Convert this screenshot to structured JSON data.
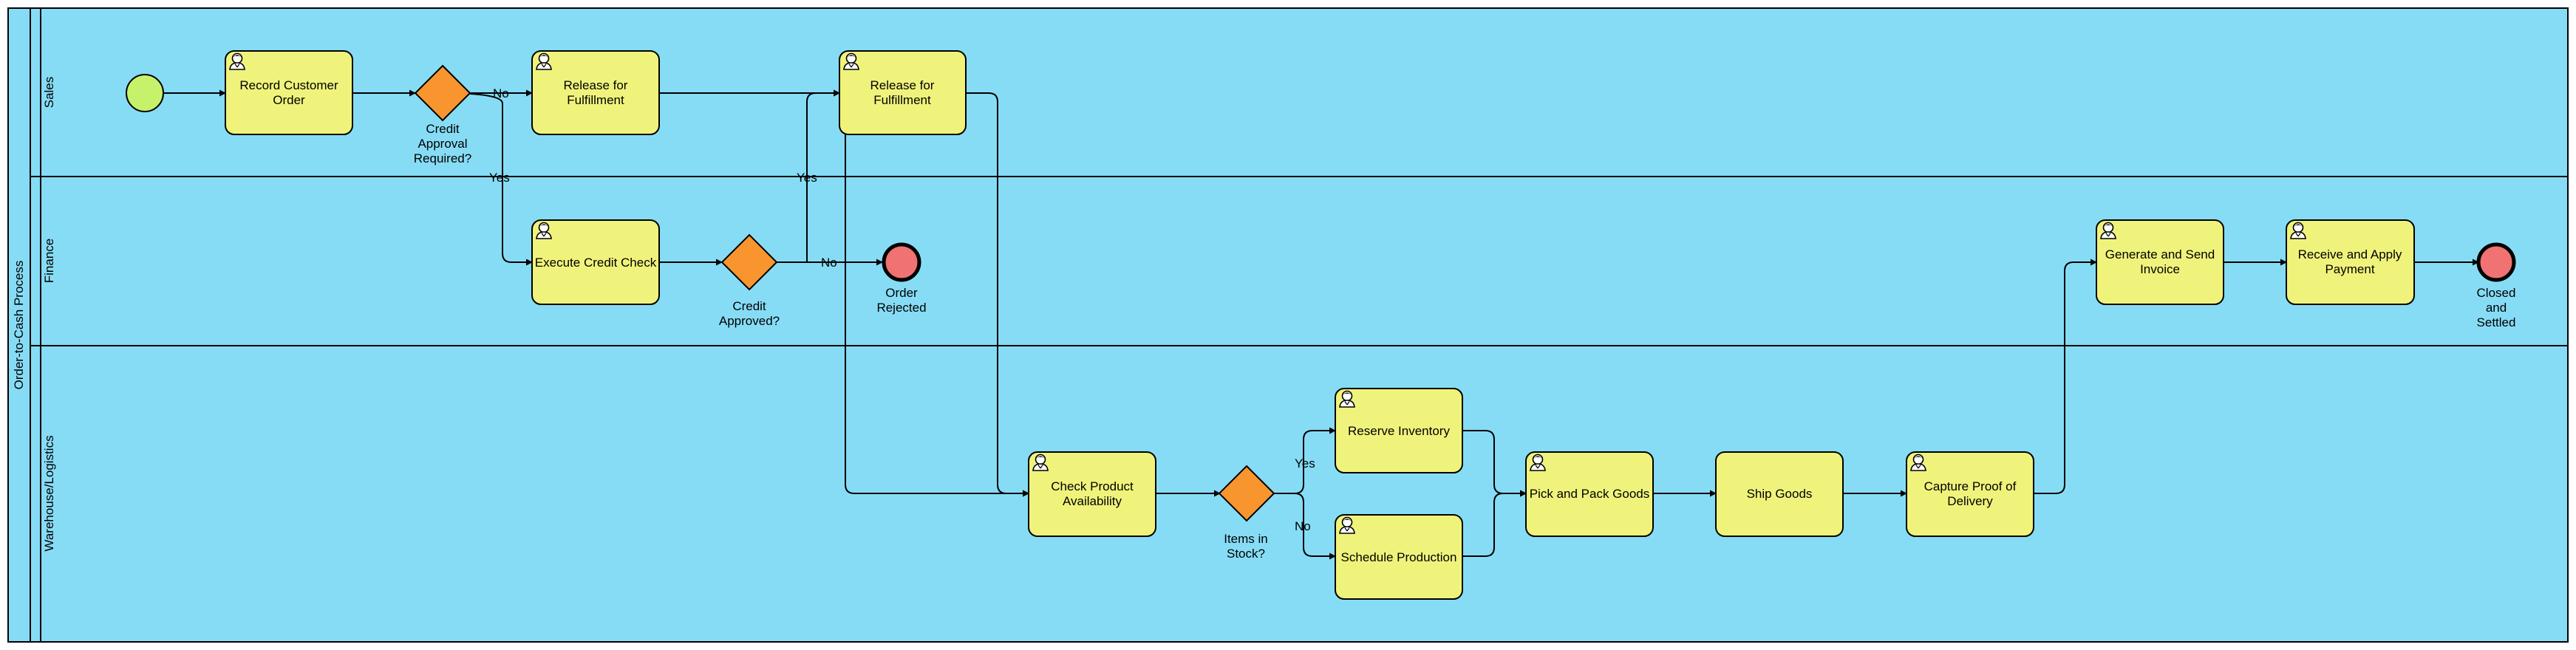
{
  "pool": {
    "title": "Order-to-Cash Process"
  },
  "lanes": {
    "sales": "Sales",
    "finance": "Finance",
    "warehouse": "Warehouse/Logistics"
  },
  "tasks": {
    "record_order": [
      "Record Customer",
      "Order"
    ],
    "release_1": [
      "Release for",
      "Fulfillment"
    ],
    "release_2": [
      "Release for",
      "Fulfillment"
    ],
    "credit_check": [
      "Execute Credit Check"
    ],
    "invoice": [
      "Generate and Send",
      "Invoice"
    ],
    "payment": [
      "Receive and Apply",
      "Payment"
    ],
    "check_availability": [
      "Check Product",
      "Availability"
    ],
    "reserve": [
      "Reserve Inventory"
    ],
    "schedule": [
      "Schedule Production"
    ],
    "pick_pack": [
      "Pick and Pack Goods"
    ],
    "ship": [
      "Ship Goods"
    ],
    "proof": [
      "Capture Proof of",
      "Delivery"
    ]
  },
  "gateways": {
    "credit_required": [
      "Credit",
      "Approval",
      "Required?"
    ],
    "credit_approved": [
      "Credit",
      "Approved?"
    ],
    "in_stock": [
      "Items in",
      "Stock?"
    ]
  },
  "end_events": {
    "rejected": [
      "Order",
      "Rejected"
    ],
    "closed": [
      "Closed",
      "and",
      "Settled"
    ]
  },
  "flow_labels": {
    "no_1": "No",
    "yes_1": "Yes",
    "yes_2": "Yes",
    "no_2": "No",
    "yes_3": "Yes",
    "no_3": "No"
  },
  "colors": {
    "lane_fill": "#87dcf5",
    "task_fill": "#f0f37b",
    "gateway_fill": "#f9952f",
    "start_fill": "#c5f26a",
    "end_fill": "#f07272"
  }
}
